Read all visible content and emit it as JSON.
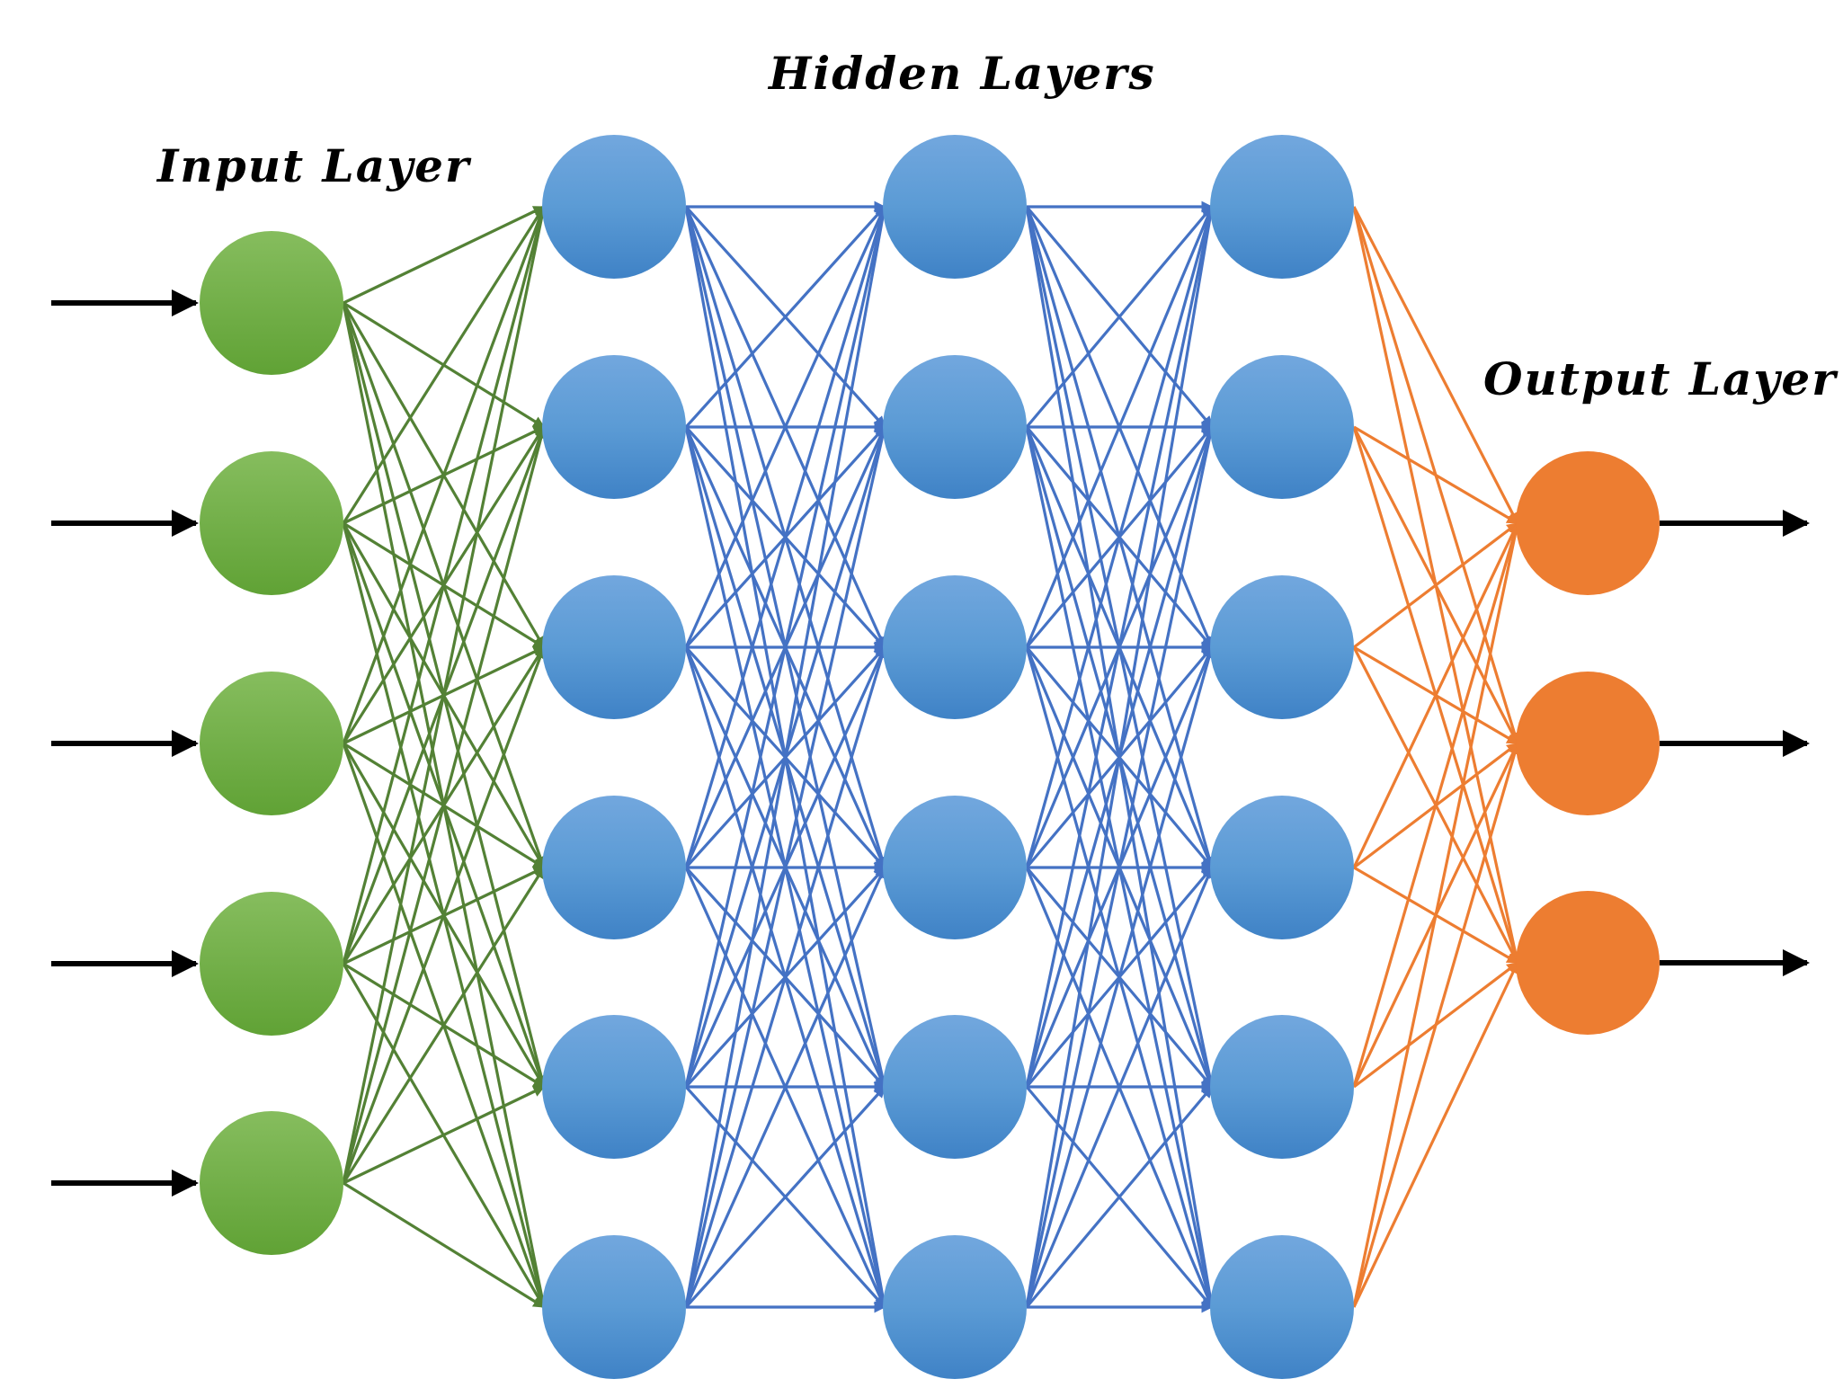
{
  "labels": {
    "input": "Input Layer",
    "hidden": "Hidden Layers",
    "output": "Output Layer"
  },
  "network": {
    "layer_sizes": [
      5,
      6,
      6,
      6,
      3
    ],
    "input_arrows": 5,
    "output_arrows": 3
  },
  "colors": {
    "input_node": "#70ad47",
    "input_edge": "#538135",
    "hidden_node": "#5b9bd5",
    "hidden_edge": "#4472c4",
    "output_node": "#ed7d31",
    "output_edge": "#ed7d31",
    "arrow": "#000000"
  }
}
